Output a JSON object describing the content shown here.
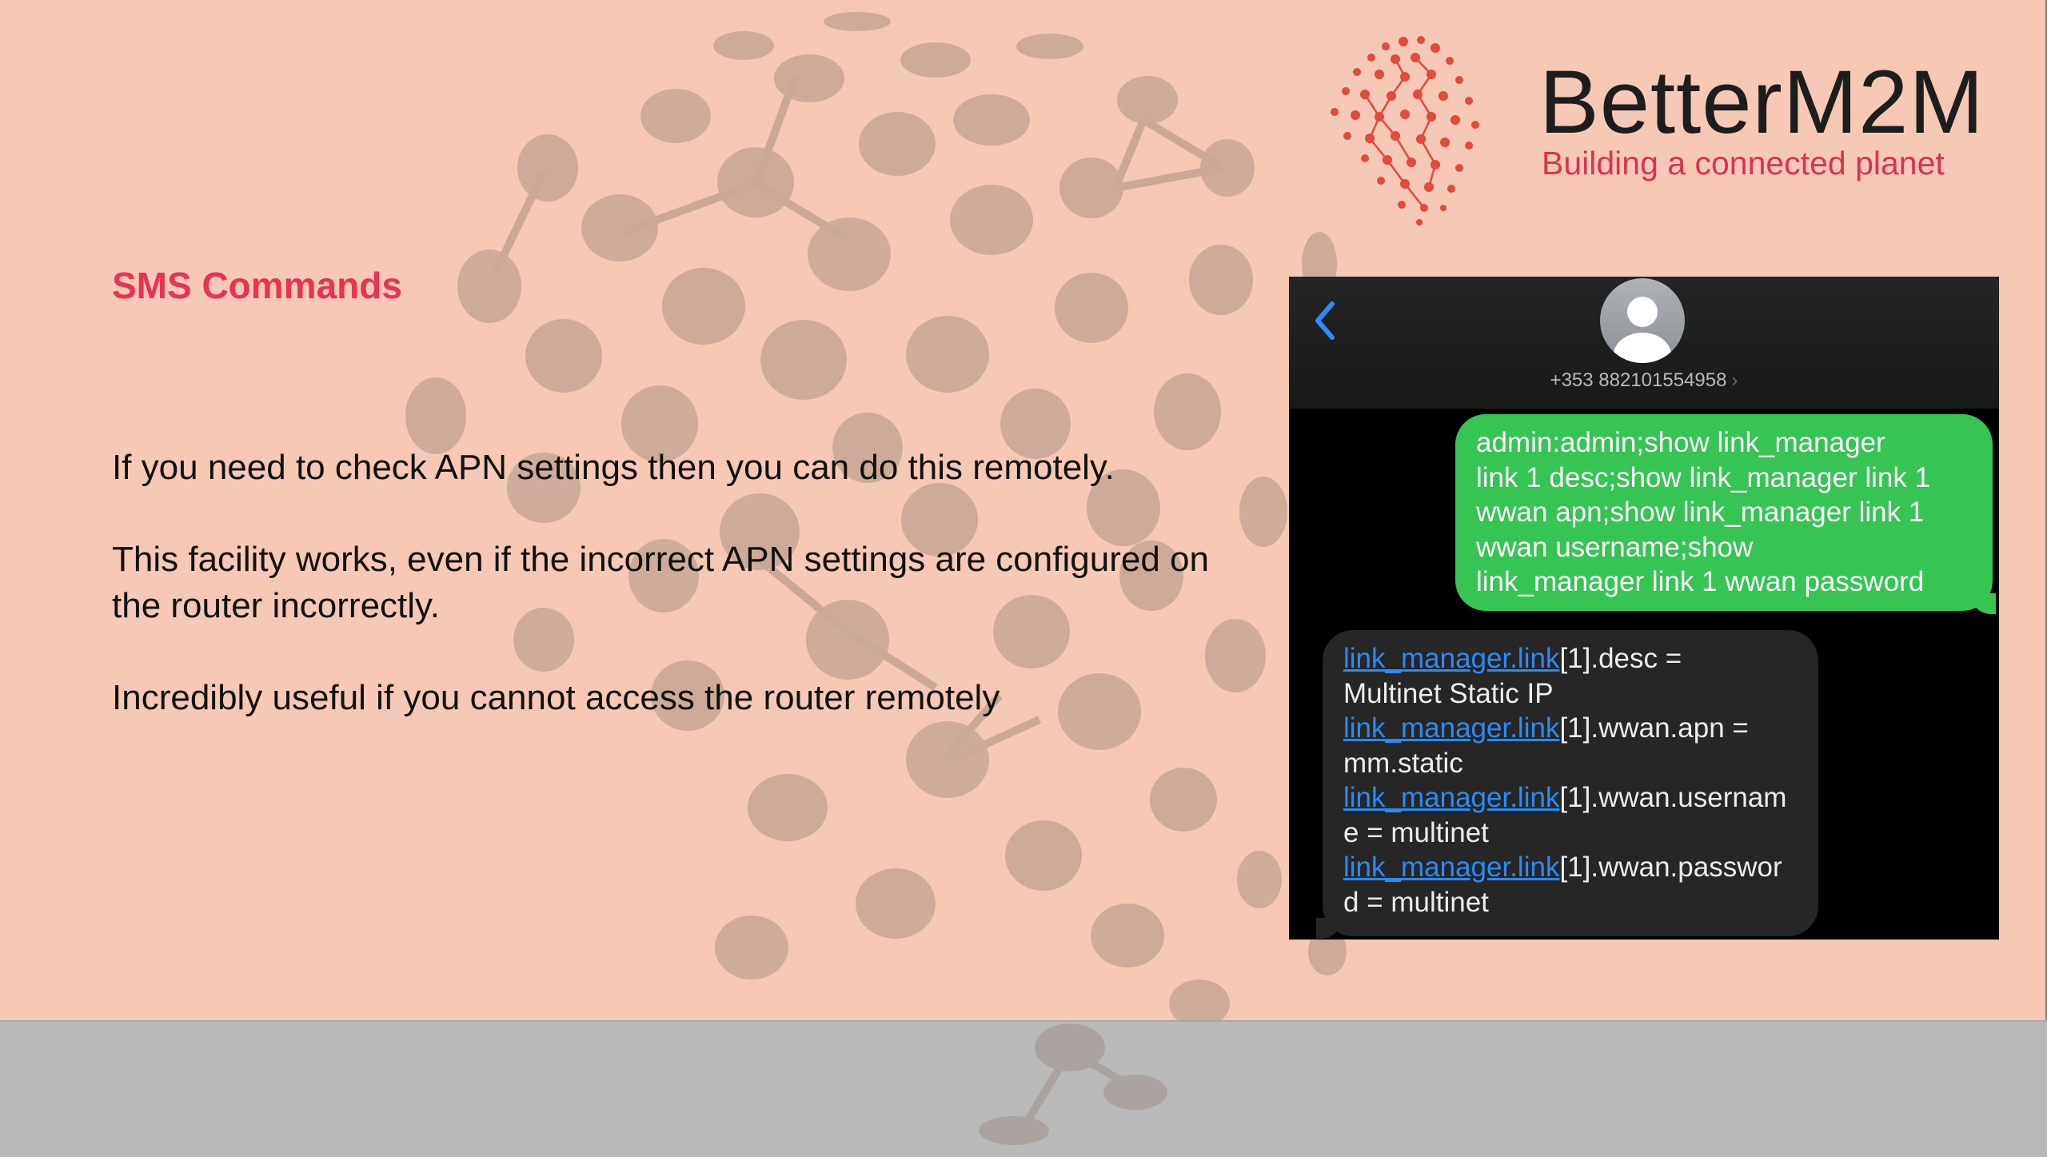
{
  "logo": {
    "wordmark": "BetterM2M",
    "tagline": "Building a connected planet"
  },
  "slide": {
    "title": "SMS Commands",
    "paragraphs": [
      "If you need to check APN settings then you can do this remotely.",
      "This facility works, even if the incorrect APN settings are configured on the router incorrectly.",
      "Incredibly useful if you cannot access the router remotely"
    ]
  },
  "phone": {
    "contact_number": "+353 882101554958",
    "sent_message_lines": [
      "admin:admin;show link_manager",
      "link 1 desc;show link_manager link 1",
      "wwan apn;show link_manager link 1",
      "wwan username;show",
      "link_manager link 1 wwan password"
    ],
    "reply_link_text": "link_manager.link",
    "reply_lines": [
      {
        "link": "link_manager.link",
        "rest": "[1].desc ="
      },
      {
        "link": "",
        "rest": "Multinet Static IP"
      },
      {
        "link": "link_manager.link",
        "rest": "[1].wwan.apn ="
      },
      {
        "link": "",
        "rest": "mm.static"
      },
      {
        "link": "link_manager.link",
        "rest": "[1].wwan.usernam"
      },
      {
        "link": "",
        "rest": "e = multinet"
      },
      {
        "link": "link_manager.link",
        "rest": "[1].wwan.passwor"
      },
      {
        "link": "",
        "rest": "d = multinet"
      }
    ]
  },
  "colors": {
    "slide_bg": "#f6c8b6",
    "accent_red": "#e7344f",
    "sent_bubble": "#36c453",
    "received_bubble": "#262626",
    "link_blue": "#2c8af5"
  },
  "icons": {
    "back": "chevron-left-icon",
    "avatar": "person-icon"
  }
}
